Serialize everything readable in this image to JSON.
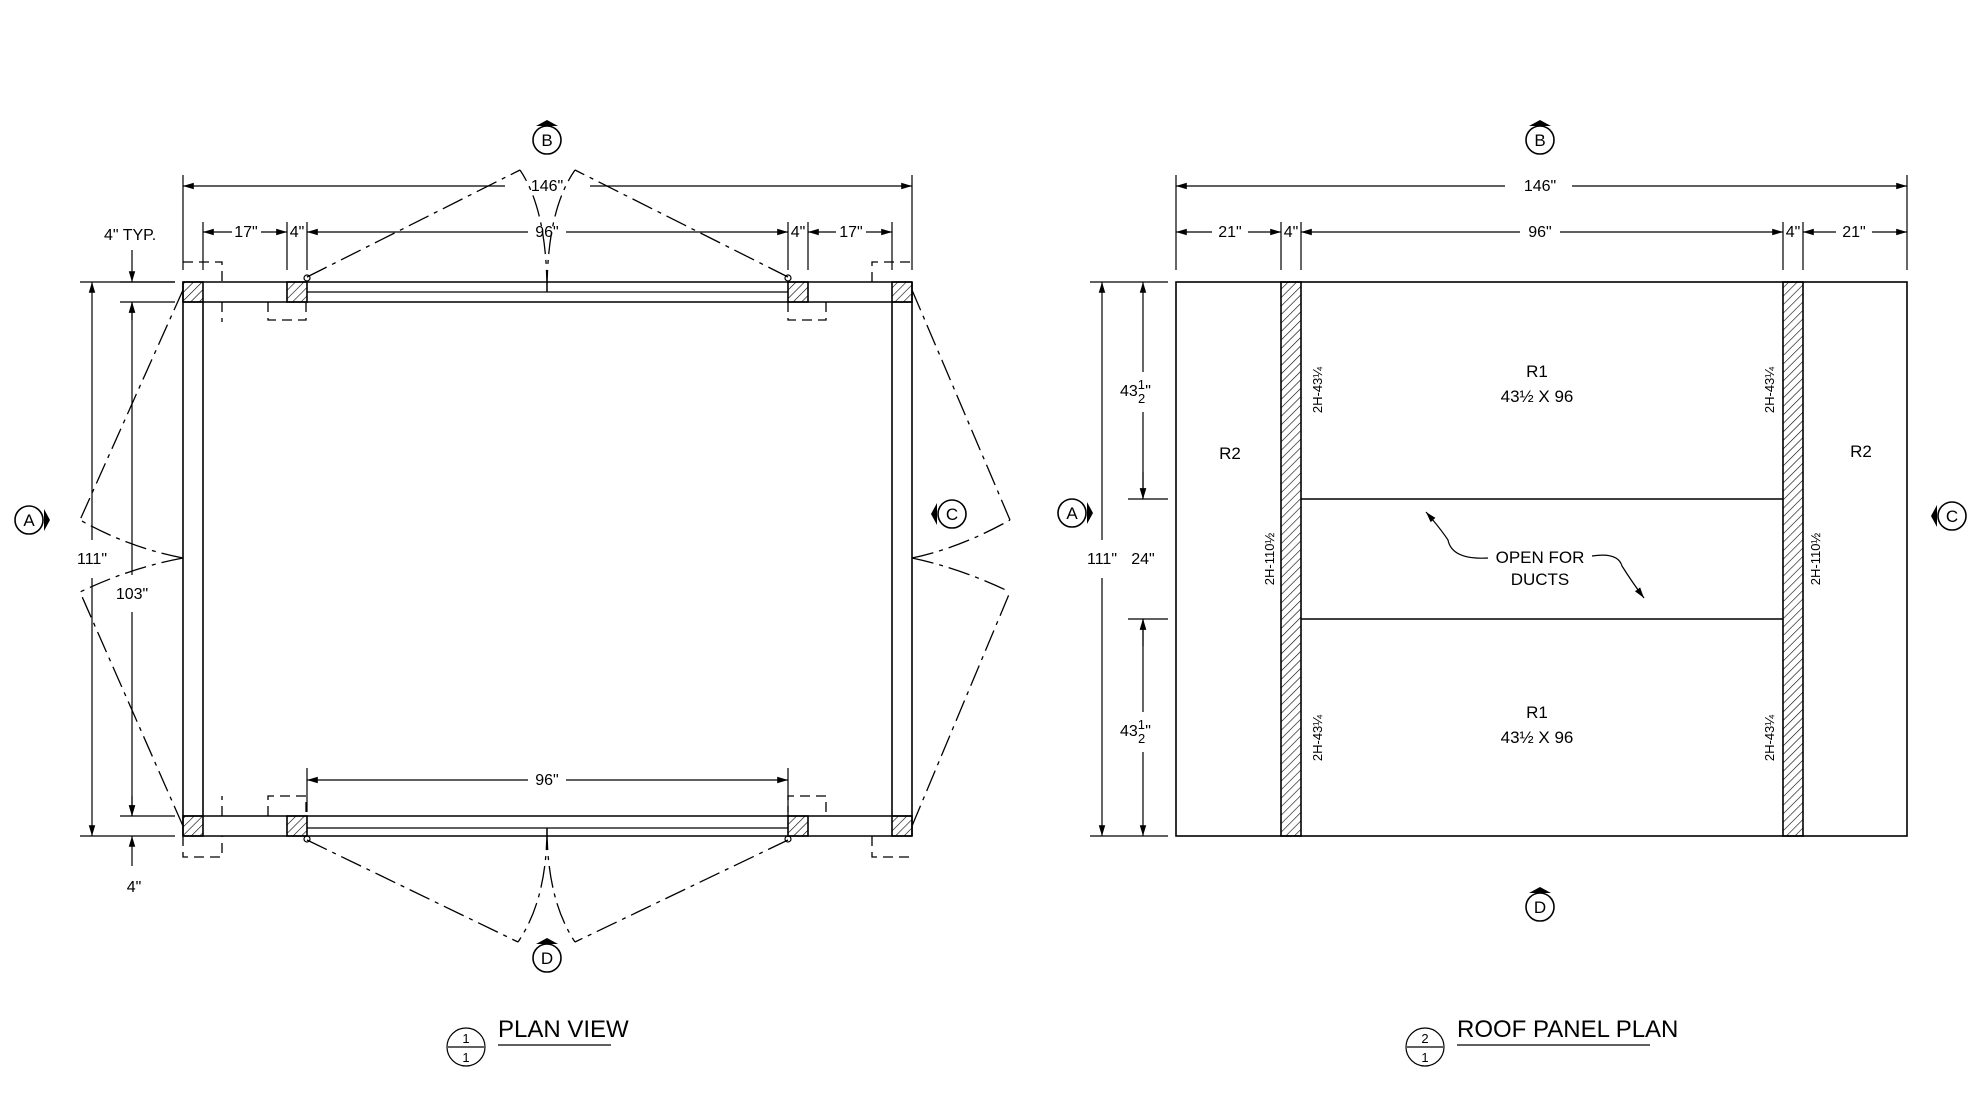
{
  "plan_view": {
    "title": "PLAN VIEW",
    "ref_top": "1",
    "ref_bottom": "1",
    "markers": {
      "b": "B",
      "a": "A",
      "c": "C",
      "d": "D"
    },
    "dims": {
      "overall_width": "146\"",
      "seg_17_left": "17\"",
      "seg_4_left": "4\"",
      "seg_96_top": "96\"",
      "seg_4_right": "4\"",
      "seg_17_right": "17\"",
      "typ_note": "4\" TYP.",
      "overall_depth": "111\"",
      "inner_depth": "103\"",
      "seg_96_bottom": "96\"",
      "bottom_4": "4\""
    }
  },
  "roof_panel_plan": {
    "title": "ROOF PANEL PLAN",
    "ref_top": "2",
    "ref_bottom": "1",
    "markers": {
      "b": "B",
      "a": "A",
      "c": "C",
      "d": "D"
    },
    "dims": {
      "overall_width": "146\"",
      "seg_21_left": "21\"",
      "seg_4_left": "4\"",
      "seg_96": "96\"",
      "seg_4_right": "4\"",
      "seg_21_right": "21\"",
      "overall_depth": "111\"",
      "top_panel": "43",
      "top_panel_frac_num": "1",
      "top_panel_frac_den": "2",
      "top_panel_unit": "\"",
      "opening": "24\"",
      "bottom_panel": "43",
      "bottom_panel_frac_num": "1",
      "bottom_panel_frac_den": "2",
      "bottom_panel_unit": "\""
    },
    "panels": {
      "r1_top_label": "R1",
      "r1_top_size": "43½ X 96",
      "r1_bottom_label": "R1",
      "r1_bottom_size": "43½ X 96",
      "r2_left_label": "R2",
      "r2_right_label": "R2"
    },
    "headers": {
      "left_top": "2H-43¼",
      "left_mid": "2H-110½",
      "left_bottom": "2H-43¼",
      "right_top": "2H-43¼",
      "right_mid": "2H-110½",
      "right_bottom": "2H-43¼"
    },
    "note_line1": "OPEN FOR",
    "note_line2": "DUCTS"
  }
}
